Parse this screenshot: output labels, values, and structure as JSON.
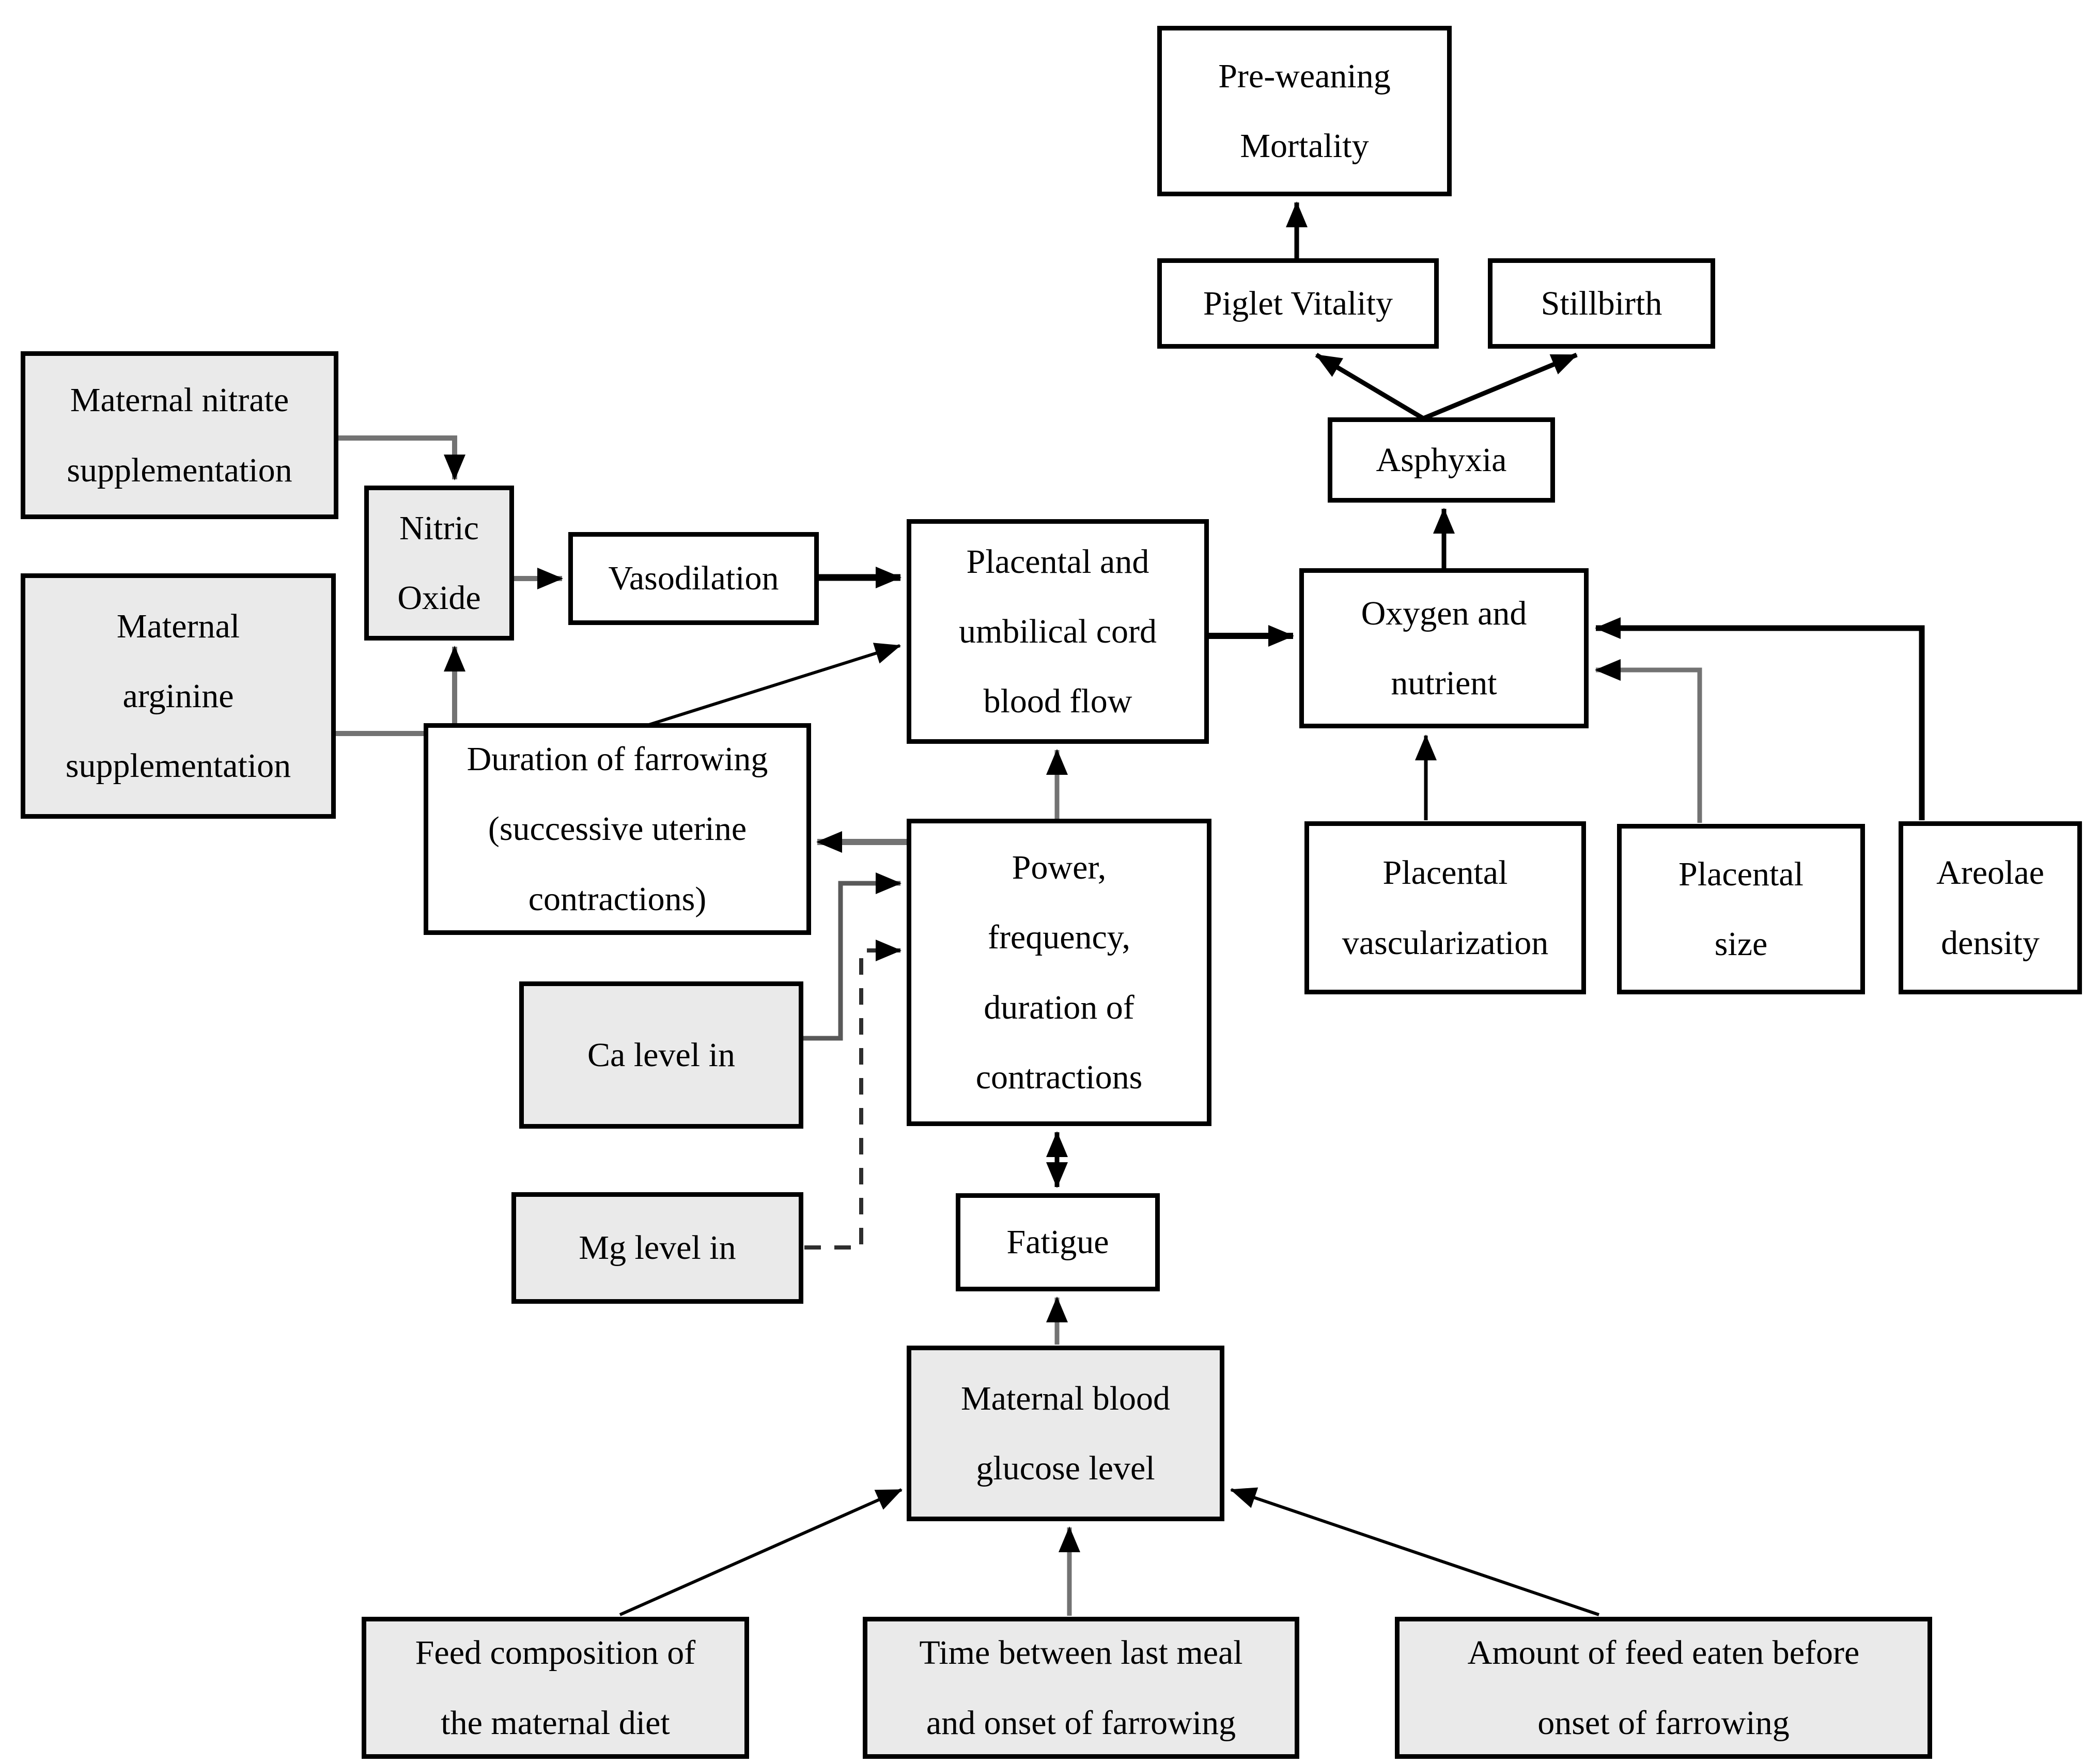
{
  "diagram": {
    "nodes": {
      "pre_weaning": {
        "label": "Pre-weaning Mortality",
        "lines": [
          "Pre-weaning",
          "Mortality"
        ],
        "shaded": false
      },
      "piglet_vitality": {
        "label": "Piglet Vitality",
        "lines": [
          "Piglet Vitality"
        ],
        "shaded": false
      },
      "stillbirth": {
        "label": "Stillbirth",
        "lines": [
          "Stillbirth"
        ],
        "shaded": false
      },
      "asphyxia": {
        "label": "Asphyxia",
        "lines": [
          "Asphyxia"
        ],
        "shaded": false
      },
      "maternal_nitrate": {
        "label": "Maternal nitrate supplementation",
        "lines": [
          "Maternal nitrate",
          "supplementation"
        ],
        "shaded": true
      },
      "maternal_arginine": {
        "label": "Maternal arginine supplementation",
        "lines": [
          "Maternal",
          "arginine",
          "supplementation"
        ],
        "shaded": true
      },
      "nitric_oxide": {
        "label": "Nitric Oxide",
        "lines": [
          "Nitric",
          "Oxide"
        ],
        "shaded": true
      },
      "vasodilation": {
        "label": "Vasodilation",
        "lines": [
          "Vasodilation"
        ],
        "shaded": false
      },
      "placental_flow": {
        "label": "Placental and umbilical cord blood flow",
        "lines": [
          "Placental and",
          "umbilical cord",
          "blood flow"
        ],
        "shaded": false
      },
      "oxygen_nutrient": {
        "label": "Oxygen and nutrient",
        "lines": [
          "Oxygen and",
          "nutrient"
        ],
        "shaded": false
      },
      "duration_farrowing": {
        "label": "Duration of farrowing (successive uterine contractions)",
        "lines": [
          "Duration of farrowing",
          "(successive uterine",
          "contractions)"
        ],
        "shaded": false
      },
      "power_contractions": {
        "label": "Power, frequency, duration of contractions",
        "lines": [
          "Power,",
          "frequency,",
          "duration of",
          "contractions"
        ],
        "shaded": false
      },
      "ca_level": {
        "label": "Ca level in",
        "lines": [
          "Ca level in"
        ],
        "shaded": true
      },
      "mg_level": {
        "label": "Mg level in",
        "lines": [
          "Mg level in"
        ],
        "shaded": true
      },
      "fatigue": {
        "label": "Fatigue",
        "lines": [
          "Fatigue"
        ],
        "shaded": false
      },
      "placental_vascularization": {
        "label": "Placental vascularization",
        "lines": [
          "Placental",
          "vascularization"
        ],
        "shaded": false
      },
      "placental_size": {
        "label": "Placental size",
        "lines": [
          "Placental",
          "size"
        ],
        "shaded": false
      },
      "areolae_density": {
        "label": "Areolae density",
        "lines": [
          "Areolae",
          "density"
        ],
        "shaded": false
      },
      "maternal_glucose": {
        "label": "Maternal blood glucose level",
        "lines": [
          "Maternal blood",
          "glucose level"
        ],
        "shaded": true
      },
      "feed_composition": {
        "label": "Feed composition of the maternal diet",
        "lines": [
          "Feed composition of",
          "the maternal diet"
        ],
        "shaded": true
      },
      "time_between": {
        "label": "Time between last meal and onset of farrowing",
        "lines": [
          "Time between last meal",
          "and onset of farrowing"
        ],
        "shaded": true
      },
      "amount_feed": {
        "label": "Amount of feed eaten before onset of farrowing",
        "lines": [
          "Amount of feed eaten before",
          "onset of farrowing"
        ],
        "shaded": true
      }
    },
    "connectors": [
      {
        "from": "maternal_nitrate",
        "to": "nitric_oxide",
        "style": "solid"
      },
      {
        "from": "maternal_arginine",
        "to": "nitric_oxide",
        "style": "solid"
      },
      {
        "from": "nitric_oxide",
        "to": "vasodilation",
        "style": "solid"
      },
      {
        "from": "vasodilation",
        "to": "placental_flow",
        "style": "solid"
      },
      {
        "from": "duration_farrowing",
        "to": "placental_flow",
        "style": "solid"
      },
      {
        "from": "power_contractions",
        "to": "placental_flow",
        "style": "solid"
      },
      {
        "from": "power_contractions",
        "to": "duration_farrowing",
        "style": "solid"
      },
      {
        "from": "ca_level",
        "to": "power_contractions",
        "style": "solid"
      },
      {
        "from": "mg_level",
        "to": "power_contractions",
        "style": "dashed"
      },
      {
        "from": "power_contractions",
        "to": "fatigue",
        "style": "solid",
        "bidirectional": true
      },
      {
        "from": "maternal_glucose",
        "to": "fatigue",
        "style": "solid"
      },
      {
        "from": "feed_composition",
        "to": "maternal_glucose",
        "style": "solid"
      },
      {
        "from": "time_between",
        "to": "maternal_glucose",
        "style": "solid"
      },
      {
        "from": "amount_feed",
        "to": "maternal_glucose",
        "style": "solid"
      },
      {
        "from": "placental_flow",
        "to": "oxygen_nutrient",
        "style": "solid"
      },
      {
        "from": "placental_vascularization",
        "to": "oxygen_nutrient",
        "style": "solid"
      },
      {
        "from": "placental_size",
        "to": "oxygen_nutrient",
        "style": "solid"
      },
      {
        "from": "areolae_density",
        "to": "oxygen_nutrient",
        "style": "solid"
      },
      {
        "from": "oxygen_nutrient",
        "to": "asphyxia",
        "style": "solid"
      },
      {
        "from": "asphyxia",
        "to": "piglet_vitality",
        "style": "solid"
      },
      {
        "from": "asphyxia",
        "to": "stillbirth",
        "style": "solid"
      },
      {
        "from": "piglet_vitality",
        "to": "pre_weaning",
        "style": "solid"
      }
    ],
    "colors": {
      "background": "#ffffff",
      "box_border": "#000000",
      "box_fill": "#ffffff",
      "box_fill_shaded": "#eaeaea",
      "line_gray": "#737373",
      "line_dark_gray": "#595959",
      "line_black": "#000000",
      "arrowhead": "#000000"
    }
  }
}
